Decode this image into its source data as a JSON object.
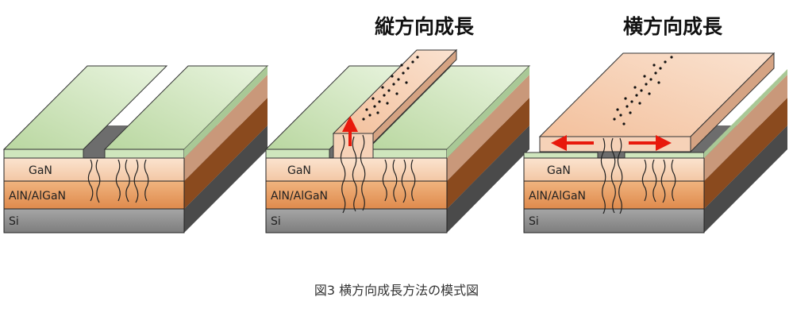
{
  "panels": [
    {
      "id": "initial",
      "title": "",
      "layers": {
        "gan": "GaN",
        "buffer": "AlN/AlGaN",
        "substrate": "Si"
      }
    },
    {
      "id": "vertical",
      "title": "縦方向成長",
      "layers": {
        "gan": "GaN",
        "buffer": "AlN/AlGaN",
        "substrate": "Si"
      }
    },
    {
      "id": "lateral",
      "title": "横方向成長",
      "layers": {
        "gan": "GaN",
        "buffer": "AlN/AlGaN",
        "substrate": "Si"
      }
    }
  ],
  "caption": "図3  横方向成長方法の模式図",
  "colors": {
    "mask_top": "#d8ebc8",
    "gan_front": "#f8d9bf",
    "buffer_front": "#e9a36a",
    "buffer_side": "#8a4a1e",
    "si_front": "#8f8f8f",
    "si_side": "#4a4a4a",
    "growth_top": "#f6d2b8",
    "arrow": "#e8190c"
  }
}
